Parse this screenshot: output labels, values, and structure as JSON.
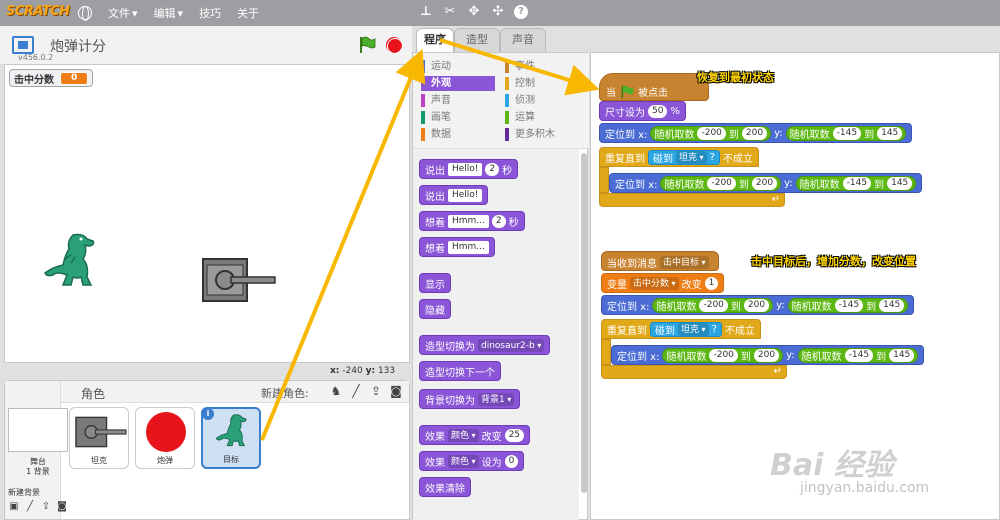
{
  "menubar": {
    "logo": "SCRATCH",
    "menus": [
      "文件",
      "编辑",
      "技巧",
      "关于"
    ]
  },
  "stage": {
    "project_title": "炮弹计分",
    "version": "v456.0.2",
    "monitor_label": "击中分数",
    "monitor_value": "0",
    "coord_x_label": "x:",
    "coord_x": "-240",
    "coord_y_label": "y:",
    "coord_y": "133"
  },
  "sprites": {
    "label": "角色",
    "new_sprite_label": "新建角色:",
    "stage_label": "舞台",
    "stage_sublabel": "1 背景",
    "new_backdrop_label": "新建背景",
    "items": [
      {
        "name": "坦克"
      },
      {
        "name": "炮弹"
      },
      {
        "name": "目标"
      }
    ]
  },
  "tabs": [
    "程序",
    "造型",
    "声音"
  ],
  "categories": [
    {
      "label": "运动",
      "color": "#4a6cd4"
    },
    {
      "label": "外观",
      "color": "#8a55d7"
    },
    {
      "label": "声音",
      "color": "#bb42c3"
    },
    {
      "label": "画笔",
      "color": "#0e9a6c"
    },
    {
      "label": "数据",
      "color": "#ee7d16"
    },
    {
      "label": "事件",
      "color": "#c88330"
    },
    {
      "label": "控制",
      "color": "#e1a91a"
    },
    {
      "label": "侦测",
      "color": "#2ca5e2"
    },
    {
      "label": "运算",
      "color": "#5cb712"
    },
    {
      "label": "更多积木",
      "color": "#632d99"
    }
  ],
  "palette": {
    "say_secs": "说出",
    "say_secs_val": "Hello!",
    "say_secs_n": "2",
    "secs": "秒",
    "say": "说出",
    "say_val": "Hello!",
    "think_secs": "想着",
    "think_secs_val": "Hmm...",
    "think_secs_n": "2",
    "think": "想着",
    "think_val": "Hmm...",
    "show": "显示",
    "hide": "隐藏",
    "switch_costume": "造型切换为",
    "costume_val": "dinosaur2-b",
    "next_costume": "造型切换下一个",
    "switch_backdrop": "背景切换为",
    "backdrop_val": "背景1",
    "effect_change": "效果",
    "effect_val": "颜色",
    "change": "改变",
    "effect_change_n": "25",
    "effect_set": "效果",
    "effect_set_val": "颜色",
    "set_to": "设为",
    "effect_set_n": "0",
    "clear_effects": "效果清除"
  },
  "script1": {
    "hat_when": "当",
    "hat_clicked": "被点击",
    "comment": "恢复到最初状态",
    "size_label": "尺寸设为",
    "size_val": "50",
    "size_unit": "%",
    "goto": "定位到 x:",
    "random": "随机取数",
    "to": "到",
    "y": "y:",
    "x_min": "-200",
    "x_max": "200",
    "y_min": "-145",
    "y_max": "145",
    "repeat_until": "重复直到",
    "touching": "碰到",
    "touch_target": "坦克",
    "q": "?",
    "not_true": "不成立"
  },
  "script2": {
    "hat_receive": "当收到消息",
    "message": "击中目标",
    "comment": "击中目标后，增加分数，改变位置",
    "var_label": "变量",
    "var_name": "击中分数",
    "var_change": "改变",
    "var_delta": "1",
    "goto": "定位到 x:",
    "random": "随机取数",
    "to": "到",
    "y": "y:",
    "x_min": "-200",
    "x_max": "200",
    "y_min": "-145",
    "y_max": "145",
    "repeat_until": "重复直到",
    "touching": "碰到",
    "touch_target": "坦克",
    "q": "?",
    "not_true": "不成立"
  },
  "watermark": {
    "brand": "Bai 经验",
    "url": "jingyan.baidu.com"
  }
}
